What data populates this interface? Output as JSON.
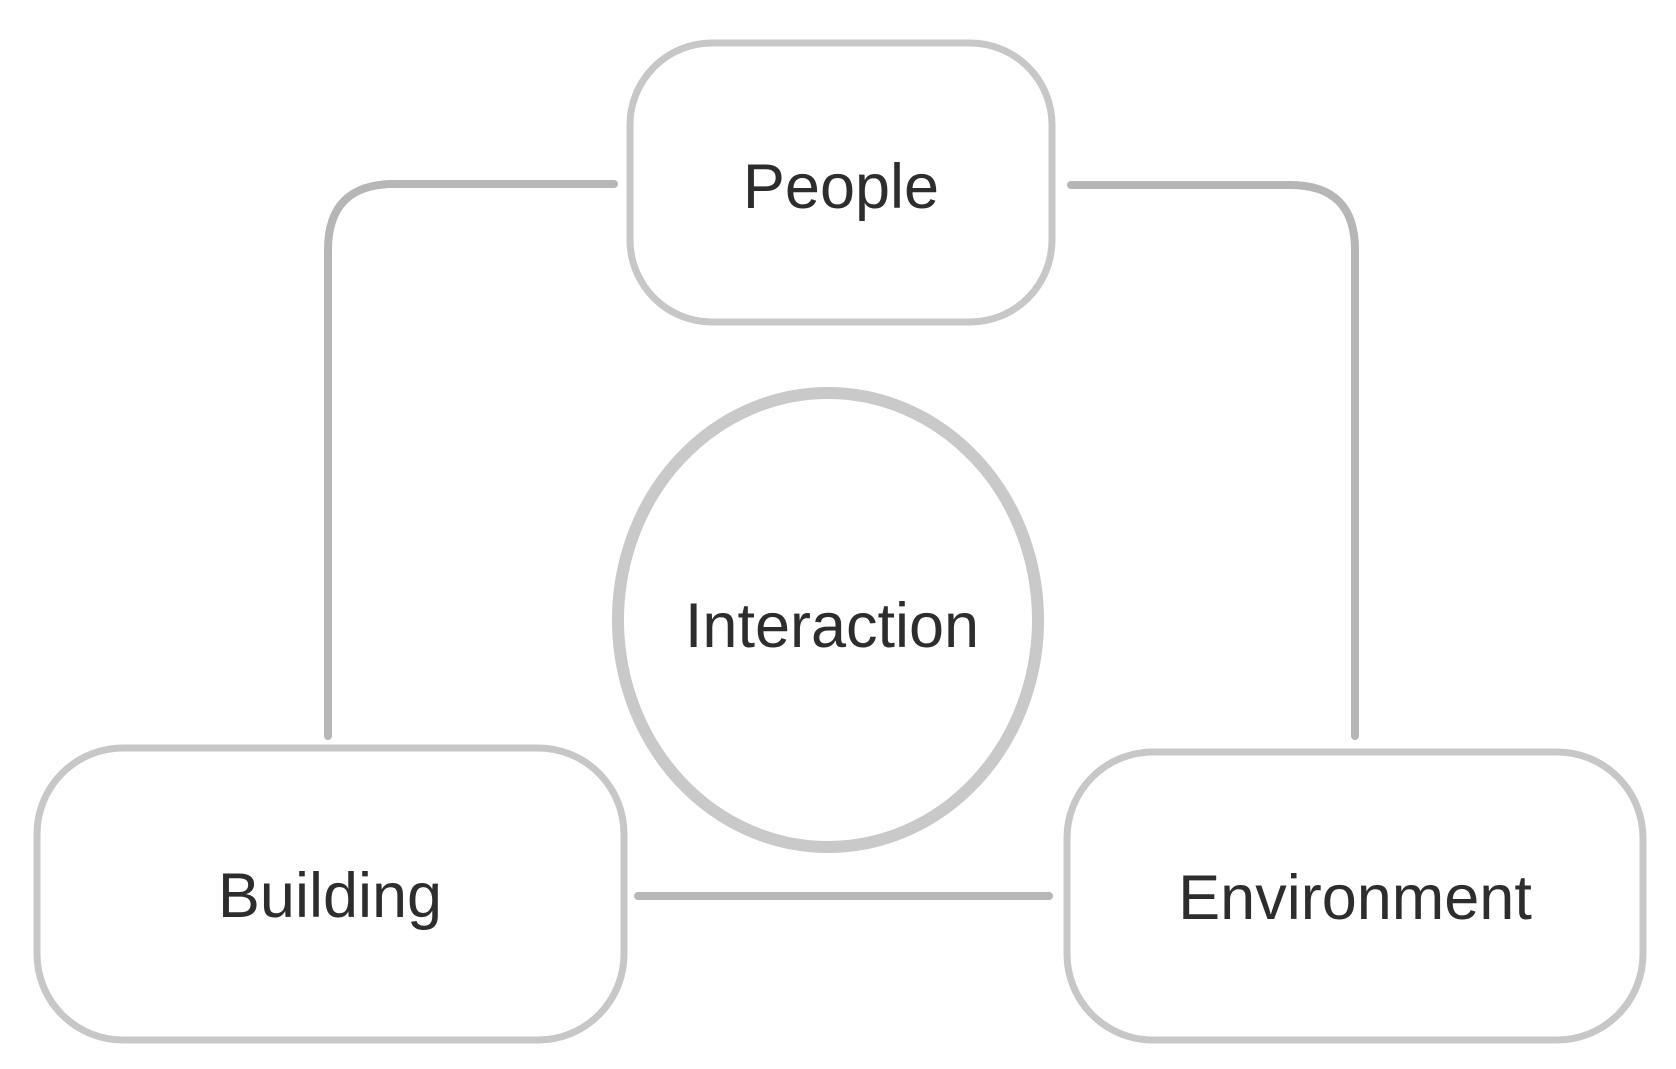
{
  "diagram": {
    "description": "Concept diagram linking People, Building and Environment around central Interaction",
    "nodes": [
      {
        "id": "people",
        "label": "People",
        "shape": "rounded-rect",
        "position": "top-center"
      },
      {
        "id": "interaction",
        "label": "Interaction",
        "shape": "circle",
        "position": "center"
      },
      {
        "id": "building",
        "label": "Building",
        "shape": "rounded-rect",
        "position": "bottom-left"
      },
      {
        "id": "environment",
        "label": "Environment",
        "shape": "rounded-rect",
        "position": "bottom-right"
      }
    ],
    "edges": [
      {
        "from": "people",
        "to": "building",
        "style": "rounded-elbow"
      },
      {
        "from": "people",
        "to": "environment",
        "style": "rounded-elbow"
      },
      {
        "from": "building",
        "to": "environment",
        "style": "straight"
      }
    ],
    "colors": {
      "background": "#ffffff",
      "node_border": "#c7c7c7",
      "circle_border": "#c9c9c9",
      "connector": "#b6b6b6",
      "text": "#2d2d2d"
    }
  }
}
